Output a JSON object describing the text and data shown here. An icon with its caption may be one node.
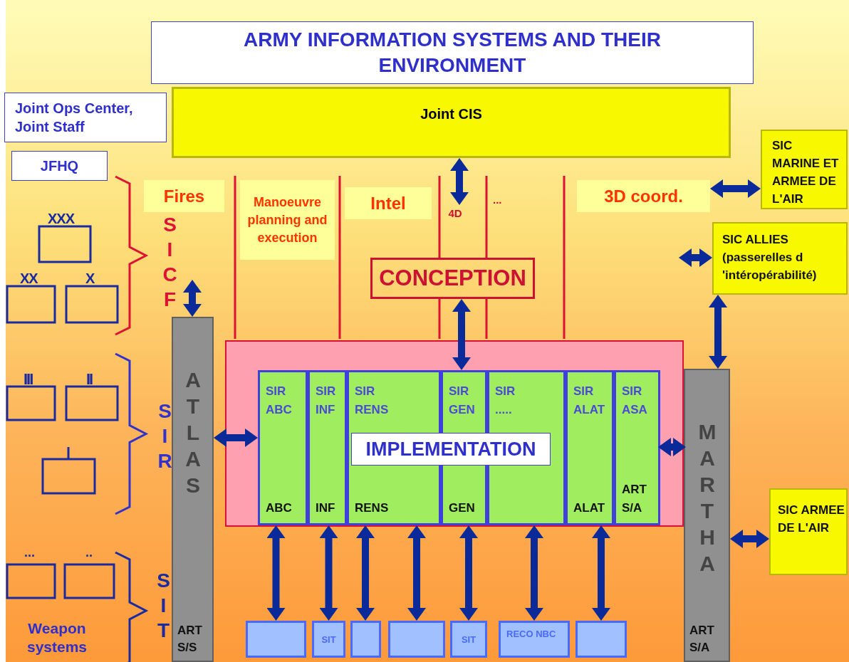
{
  "diagram": {
    "title": "ARMY INFORMATION SYSTEMS AND THEIR ENVIRONMENT",
    "nodes": [
      {
        "text": [
          "Joint Ops Center, Joint Staff"
        ]
      },
      {
        "text": [
          "JFHQ"
        ]
      },
      {
        "text": [
          "Joint CIS"
        ]
      },
      {
        "text": [
          "SIC MARINE ET ARMEE DE L'AIR"
        ]
      },
      {
        "text": [
          "Fires"
        ]
      },
      {
        "text": [
          "Manoeuvre planning and execution"
        ]
      },
      {
        "text": [
          "Intel"
        ]
      },
      {
        "text": [
          "3D coord."
        ]
      },
      {
        "text": [
          "SIC ALLIES (passerelles d 'intéropérabilité)"
        ]
      },
      {
        "text": [
          "CONCEPTION"
        ]
      },
      {
        "text": [],
        "shape": "box"
      },
      {
        "text": [
          "ATLAS",
          "ART S/S"
        ]
      },
      {
        "text": [
          "SIR ABC",
          "ABC"
        ],
        "in": 10
      },
      {
        "text": [
          "SIR INF",
          "INF"
        ],
        "in": 10
      },
      {
        "text": [
          "SIR RENS",
          "RENS"
        ],
        "in": 10
      },
      {
        "text": [
          "SIR GEN",
          "GEN"
        ],
        "in": 10
      },
      {
        "text": [
          "SIR ....."
        ],
        "in": 10
      },
      {
        "text": [
          "SIR ALAT",
          "ALAT"
        ],
        "in": 10
      },
      {
        "text": [
          "SIR ASA",
          "ART S/A"
        ],
        "in": 10
      },
      {
        "text": [
          "IMPLEMENTATION"
        ],
        "in": 10
      },
      {
        "text": [
          "MARTHA",
          "ART S/A"
        ]
      },
      {
        "text": [
          "SIC ARMEE DE L'AIR"
        ]
      },
      {
        "text": [],
        "shape": "box"
      },
      {
        "text": [
          "SIT"
        ]
      },
      {
        "text": [],
        "shape": "box"
      },
      {
        "text": [],
        "shape": "box"
      },
      {
        "text": [
          "SIT"
        ]
      },
      {
        "text": [
          "RECO NBC"
        ]
      },
      {
        "text": [],
        "shape": "box"
      },
      {
        "text": [
          "4D"
        ]
      }
    ],
    "edges": [
      {
        "from": 2,
        "to": 29,
        "arrow": "both"
      },
      {
        "from": 9,
        "to": 15,
        "arrow": "both"
      },
      {
        "from": 11,
        "to": null,
        "arrow": "both"
      },
      {
        "from": 11,
        "to": 12,
        "arrow": "both"
      },
      {
        "from": 18,
        "to": 20,
        "arrow": "both"
      },
      {
        "from": 20,
        "to": 8,
        "arrow": "both"
      },
      {
        "from": 7,
        "to": 3,
        "arrow": "both"
      },
      {
        "from": null,
        "to": 8,
        "arrow": "both"
      },
      {
        "from": 20,
        "to": 21,
        "arrow": "both"
      },
      {
        "from": 12,
        "to": 22,
        "arrow": "both"
      },
      {
        "from": 13,
        "to": 23,
        "arrow": "both"
      },
      {
        "from": 14,
        "to": 24,
        "arrow": "both"
      },
      {
        "from": 14,
        "to": 25,
        "arrow": "both"
      },
      {
        "from": 15,
        "to": 26,
        "arrow": "both"
      },
      {
        "from": 16,
        "to": 27,
        "arrow": "both"
      },
      {
        "from": 17,
        "to": 28,
        "arrow": "both"
      }
    ],
    "labels": [
      "...",
      "XXX",
      "XX",
      "X",
      "SICF",
      "III",
      "II",
      "SIR",
      "...",
      "..",
      "SIT",
      "Weapon systems"
    ]
  }
}
